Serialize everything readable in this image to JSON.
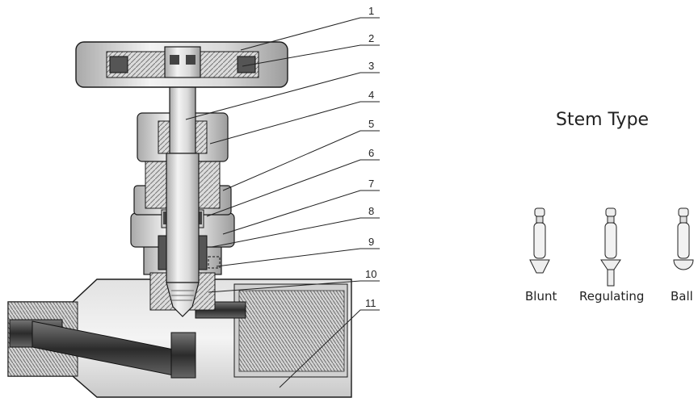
{
  "callouts": [
    "1",
    "2",
    "3",
    "4",
    "5",
    "6",
    "7",
    "8",
    "9",
    "10",
    "11"
  ],
  "stem_panel": {
    "title": "Stem Type",
    "types": [
      {
        "label": "Blunt"
      },
      {
        "label": "Regulating"
      },
      {
        "label": "Ball"
      }
    ]
  },
  "colors": {
    "outline": "#1a1a1a",
    "metal_light": "#eeeeee",
    "metal_mid": "#c8c8c8",
    "metal_dark": "#9a9a9a",
    "bore_dark": "#3c3c3c"
  }
}
